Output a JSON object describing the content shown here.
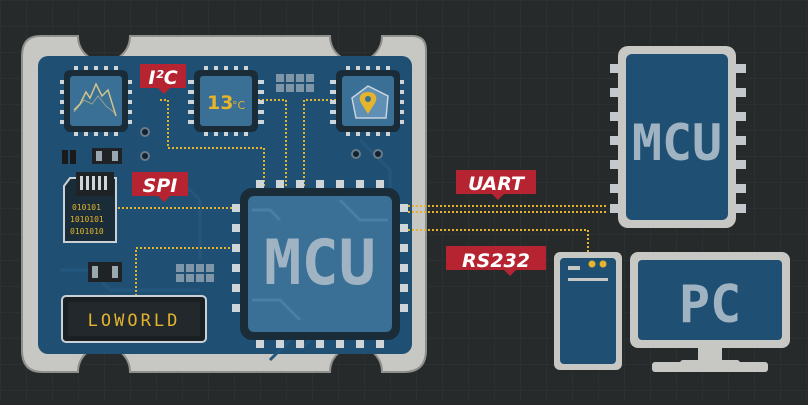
{
  "board": {
    "i2c_label": "I²C",
    "spi_label": "SPI",
    "temp_value": "13",
    "temp_unit": "°C",
    "sd_bits": [
      "010101",
      "1010101",
      "0101010"
    ],
    "lcd_text": "LOWORLD",
    "mcu_label": "MCU"
  },
  "links": {
    "uart_label": "UART",
    "rs232_label": "RS232"
  },
  "external": {
    "mcu_label": "MCU",
    "pc_label": "PC"
  },
  "colors": {
    "background": "#262a2b",
    "board_frame": "#c7c7c4",
    "pcb": "#1f4f72",
    "chip": "#3a6f96",
    "trace": "#e4b42c",
    "label_tag": "#b52430",
    "screen_text": "#e4b42c"
  }
}
